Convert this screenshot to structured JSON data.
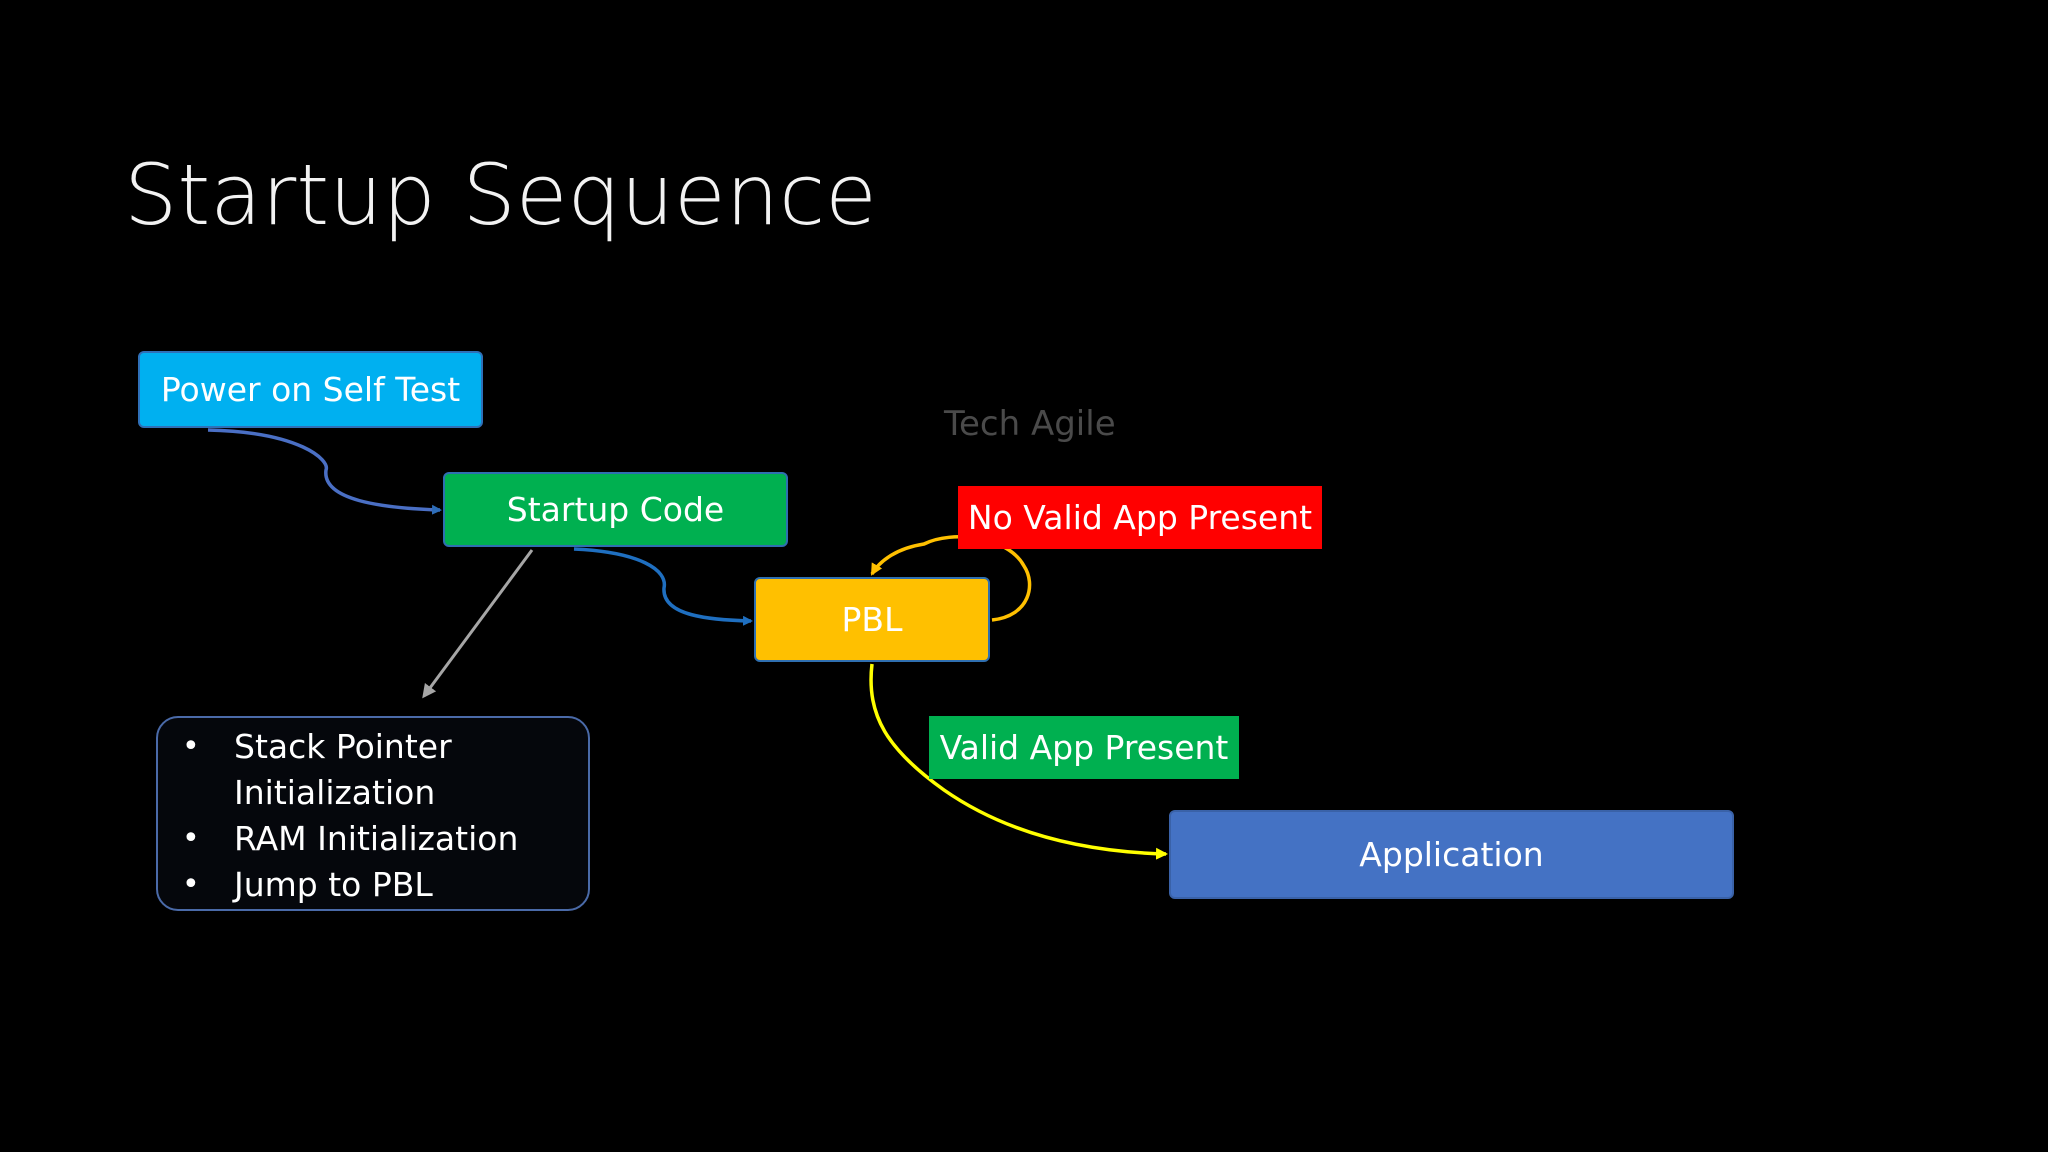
{
  "title": "Startup Sequence",
  "watermark": "Tech Agile",
  "nodes": {
    "post": "Power on Self Test",
    "startup_code": "Startup Code",
    "pbl": "PBL",
    "application": "Application"
  },
  "edge_labels": {
    "no_valid_app": "No Valid App Present",
    "valid_app": "Valid App Present"
  },
  "startup_steps": [
    "Stack Pointer Initialization",
    "RAM Initialization",
    "Jump to PBL"
  ],
  "colors": {
    "post": "#00b0f0",
    "startup_code": "#00b050",
    "pbl": "#ffc000",
    "application": "#4472c4",
    "no_valid_label": "#ff0000",
    "valid_label": "#00b050",
    "blue_arrow": "#2e6db8",
    "yellow_arrow": "#ffff00",
    "loop_arrow": "#ffc000",
    "grey_arrow": "#a6a6a6"
  }
}
